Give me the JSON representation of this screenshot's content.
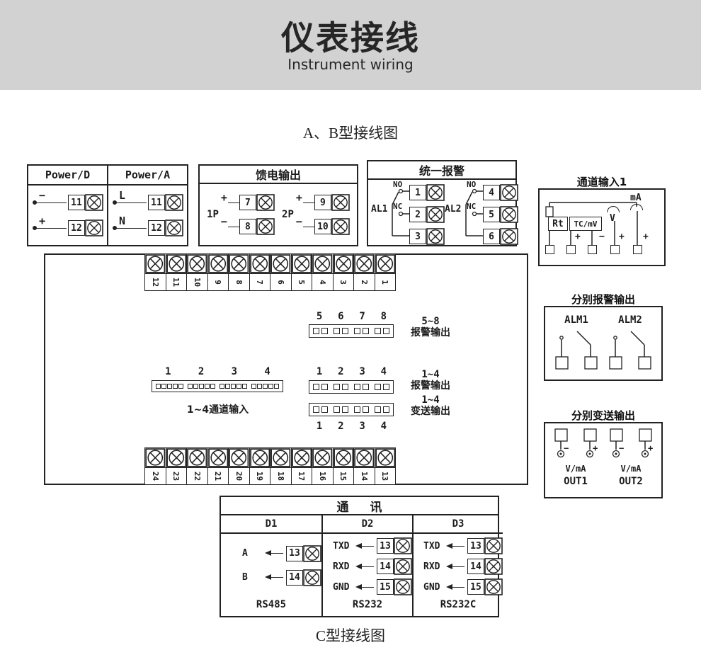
{
  "banner": {
    "title": "仪表接线",
    "subtitle": "Instrument wiring"
  },
  "sections": {
    "ab_title": "A、B型接线图",
    "c_title": "C型接线图"
  },
  "power": {
    "header_left": "Power/D",
    "header_right": "Power/A",
    "rows_left": [
      {
        "sign": "−",
        "num": "11"
      },
      {
        "sign": "+",
        "num": "12"
      }
    ],
    "rows_right": [
      {
        "sign": "L",
        "num": "11"
      },
      {
        "sign": "N",
        "num": "12"
      }
    ]
  },
  "feed": {
    "title": "馈电输出",
    "groups": [
      {
        "label": "1P",
        "rows": [
          {
            "sign": "+",
            "num": "7"
          },
          {
            "sign": "−",
            "num": "8"
          }
        ]
      },
      {
        "label": "2P",
        "rows": [
          {
            "sign": "+",
            "num": "9"
          },
          {
            "sign": "−",
            "num": "10"
          }
        ]
      }
    ]
  },
  "unified_alarm": {
    "title": "统一报警",
    "groups": [
      {
        "label": "AL1",
        "no": "NO",
        "nc": "NC",
        "terminals": [
          "1",
          "2",
          "3"
        ]
      },
      {
        "label": "AL2",
        "no": "NO",
        "nc": "NC",
        "terminals": [
          "4",
          "5",
          "6"
        ]
      }
    ]
  },
  "channel_input": {
    "title": "通道输入1",
    "rt_label": "Rt",
    "tc_label": "TC/mV",
    "v_label": "V",
    "ma_label": "mA",
    "signs": [
      "+",
      "−",
      "+",
      "+"
    ]
  },
  "central": {
    "top_strip": [
      "12",
      "11",
      "10",
      "9",
      "8",
      "7",
      "6",
      "5",
      "4",
      "3",
      "2",
      "1"
    ],
    "bottom_strip": [
      "24",
      "23",
      "22",
      "21",
      "20",
      "19",
      "18",
      "17",
      "16",
      "15",
      "14",
      "13"
    ],
    "alarm_5_8": {
      "nums": [
        "5",
        "6",
        "7",
        "8"
      ],
      "range": "5~8",
      "label": "报警输出"
    },
    "alarm_1_4": {
      "nums": [
        "1",
        "2",
        "3",
        "4"
      ],
      "range": "1~4",
      "label": "报警输出"
    },
    "transmit_1_4": {
      "nums": [
        "1",
        "2",
        "3",
        "4"
      ],
      "range": "1~4",
      "label": "变送输出"
    },
    "channel_1_4": {
      "nums": [
        "1",
        "2",
        "3",
        "4"
      ],
      "label": "1~4通道输入"
    }
  },
  "separate_alarm": {
    "title": "分别报警输出",
    "groups": [
      {
        "label": "ALM1"
      },
      {
        "label": "ALM2"
      }
    ]
  },
  "separate_transmit": {
    "title": "分别变送输出",
    "groups": [
      {
        "minus": "−",
        "plus": "+",
        "vma": "V/mA",
        "out": "OUT1"
      },
      {
        "minus": "−",
        "plus": "+",
        "vma": "V/mA",
        "out": "OUT2"
      }
    ]
  },
  "comm": {
    "title": "通 讯",
    "columns": [
      {
        "header": "D1",
        "rows": [
          {
            "label": "A",
            "num": "13"
          },
          {
            "label": "B",
            "num": "14"
          }
        ],
        "footer": "RS485"
      },
      {
        "header": "D2",
        "rows": [
          {
            "label": "TXD",
            "num": "13"
          },
          {
            "label": "RXD",
            "num": "14"
          },
          {
            "label": "GND",
            "num": "15"
          }
        ],
        "footer": "RS232"
      },
      {
        "header": "D3",
        "rows": [
          {
            "label": "TXD",
            "num": "13"
          },
          {
            "label": "RXD",
            "num": "14"
          },
          {
            "label": "GND",
            "num": "15"
          }
        ],
        "footer": "RS232C"
      }
    ]
  }
}
